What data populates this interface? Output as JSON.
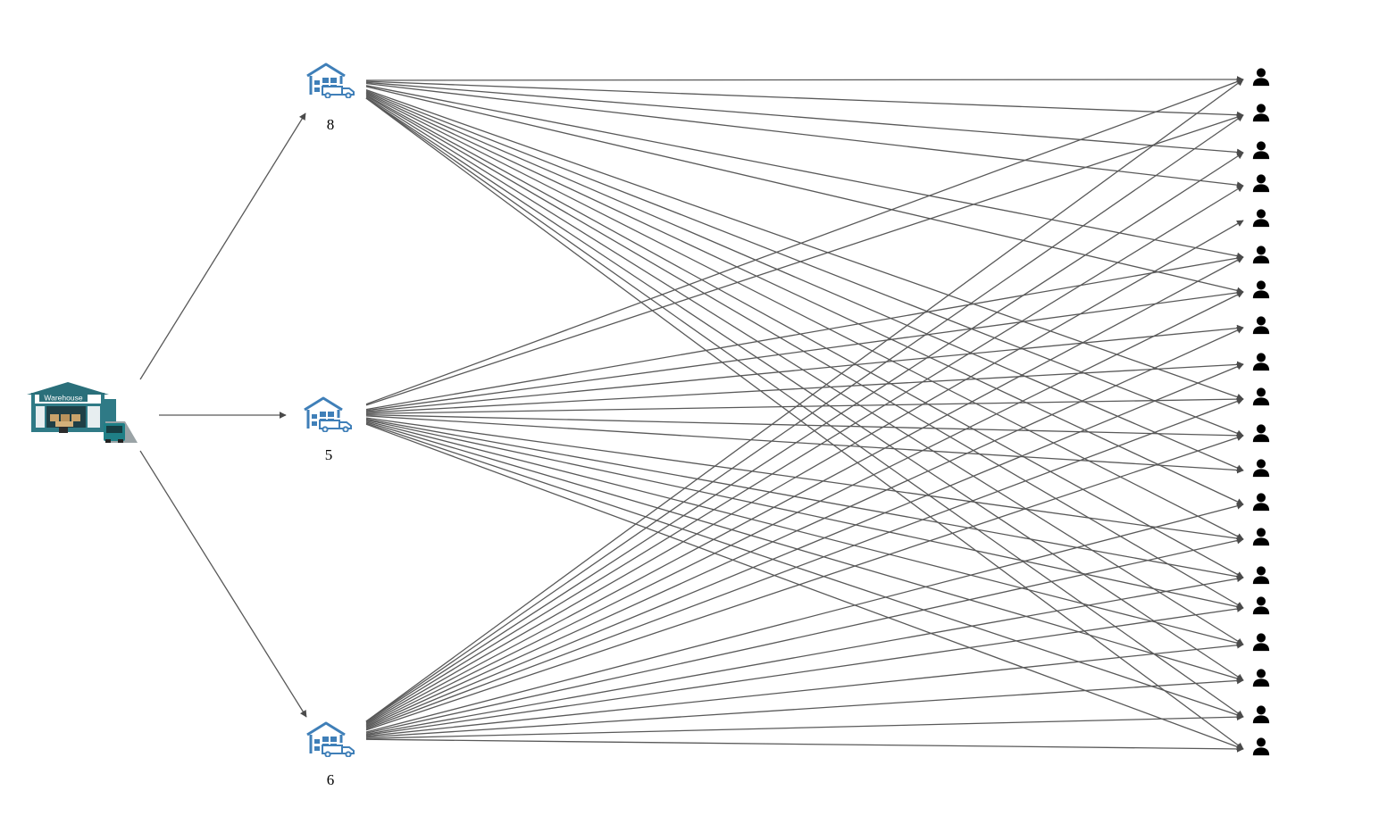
{
  "warehouse": {
    "sign_text": "Warehouse",
    "icon": "warehouse-icon",
    "color": "#2f7a86"
  },
  "hubs": [
    {
      "id": "hub-top",
      "label": "8",
      "icon": "warehouse-truck-icon"
    },
    {
      "id": "hub-middle",
      "label": "5",
      "icon": "warehouse-truck-icon"
    },
    {
      "id": "hub-bottom",
      "label": "6",
      "icon": "warehouse-truck-icon"
    }
  ],
  "customers": {
    "count": 20,
    "icon": "person-icon"
  },
  "colors": {
    "edge": "#595959",
    "hub_icon": "#3f7fb8",
    "customer": "#000000"
  },
  "links": [
    [
      0,
      0
    ],
    [
      0,
      1
    ],
    [
      0,
      2
    ],
    [
      0,
      3
    ],
    [
      0,
      5
    ],
    [
      0,
      6
    ],
    [
      0,
      9
    ],
    [
      0,
      10
    ],
    [
      0,
      11
    ],
    [
      0,
      12
    ],
    [
      0,
      13
    ],
    [
      0,
      14
    ],
    [
      0,
      15
    ],
    [
      0,
      16
    ],
    [
      0,
      17
    ],
    [
      0,
      18
    ],
    [
      0,
      19
    ],
    [
      1,
      0
    ],
    [
      1,
      1
    ],
    [
      1,
      5
    ],
    [
      1,
      6
    ],
    [
      1,
      7
    ],
    [
      1,
      8
    ],
    [
      1,
      9
    ],
    [
      1,
      10
    ],
    [
      1,
      11
    ],
    [
      1,
      13
    ],
    [
      1,
      14
    ],
    [
      1,
      15
    ],
    [
      1,
      16
    ],
    [
      1,
      17
    ],
    [
      1,
      18
    ],
    [
      1,
      19
    ],
    [
      2,
      0
    ],
    [
      2,
      1
    ],
    [
      2,
      2
    ],
    [
      2,
      3
    ],
    [
      2,
      4
    ],
    [
      2,
      5
    ],
    [
      2,
      6
    ],
    [
      2,
      7
    ],
    [
      2,
      8
    ],
    [
      2,
      9
    ],
    [
      2,
      10
    ],
    [
      2,
      12
    ],
    [
      2,
      13
    ],
    [
      2,
      14
    ],
    [
      2,
      15
    ],
    [
      2,
      16
    ],
    [
      2,
      17
    ],
    [
      2,
      18
    ],
    [
      2,
      19
    ]
  ]
}
